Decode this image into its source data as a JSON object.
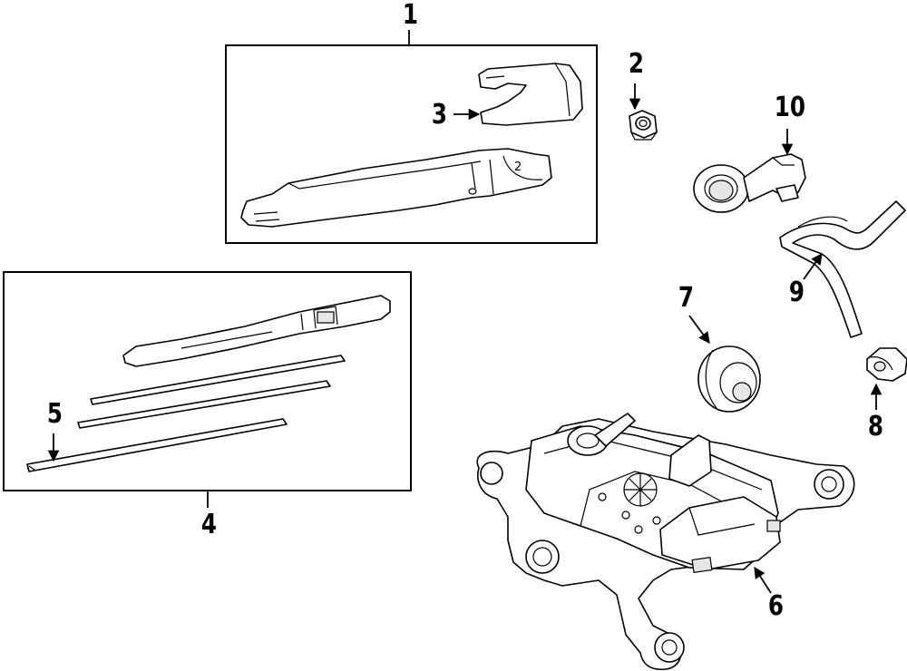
{
  "callouts": [
    {
      "id": "1",
      "label": "1"
    },
    {
      "id": "2",
      "label": "2"
    },
    {
      "id": "3",
      "label": "3"
    },
    {
      "id": "4",
      "label": "4"
    },
    {
      "id": "5",
      "label": "5"
    },
    {
      "id": "6",
      "label": "6"
    },
    {
      "id": "7",
      "label": "7"
    },
    {
      "id": "8",
      "label": "8"
    },
    {
      "id": "9",
      "label": "9"
    },
    {
      "id": "10",
      "label": "10"
    }
  ],
  "arm_marking": "2"
}
